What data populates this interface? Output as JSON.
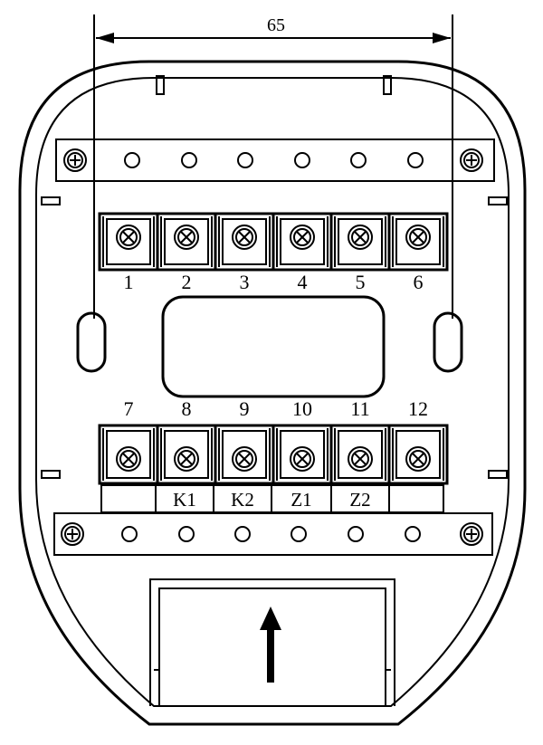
{
  "dimension": {
    "value": "65"
  },
  "upper_terminals": [
    "1",
    "2",
    "3",
    "4",
    "5",
    "6"
  ],
  "lower_terminals": [
    "7",
    "8",
    "9",
    "10",
    "11",
    "12"
  ],
  "lower_labels": [
    "",
    "K1",
    "K2",
    "Z1",
    "Z2",
    ""
  ],
  "arrow_direction": "up",
  "colors": {
    "line": "#000000",
    "background": "#ffffff"
  }
}
